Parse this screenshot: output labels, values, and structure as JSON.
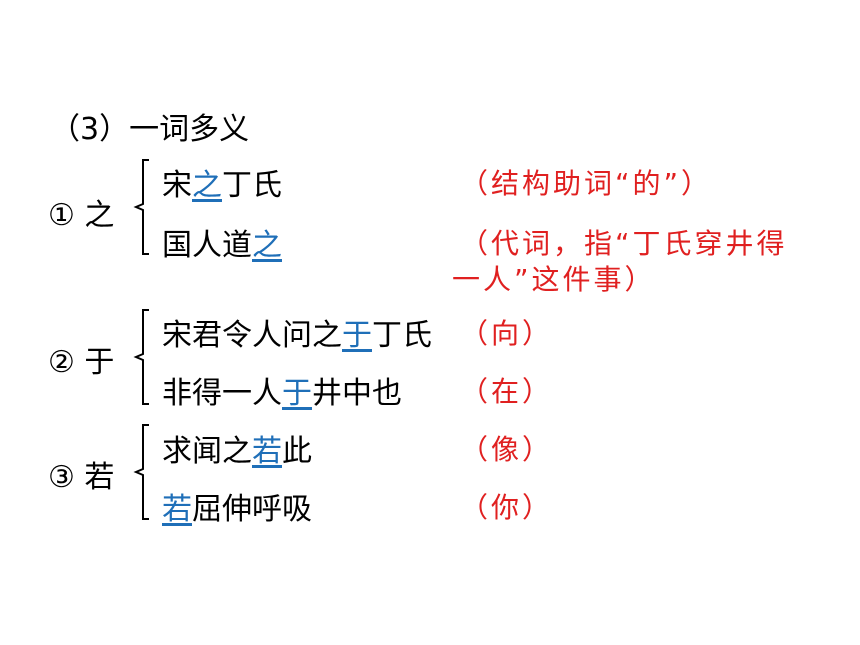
{
  "heading": "（3）一词多义",
  "groups": [
    {
      "label": "① 之",
      "lines": [
        {
          "pre": "宋",
          "hl": "之",
          "post": "丁氏",
          "note": "（结构助词“的”）"
        },
        {
          "pre": "国人道",
          "hl": "之",
          "post": "",
          "note": "（代词，指“丁氏穿井得",
          "note2": "一人”这件事）"
        }
      ]
    },
    {
      "label": "② 于",
      "lines": [
        {
          "pre": "宋君令人问之",
          "hl": "于",
          "post": "丁氏",
          "note": "（向）"
        },
        {
          "pre": "非得一人",
          "hl": "于",
          "post": "井中也",
          "note": "（在）"
        }
      ]
    },
    {
      "label": "③ 若",
      "lines": [
        {
          "pre": "求闻之",
          "hl": "若",
          "post": "此",
          "note": "（像）"
        },
        {
          "pre": "",
          "hl": "若",
          "post": "屈伸呼吸",
          "note": "（你）"
        }
      ]
    }
  ]
}
